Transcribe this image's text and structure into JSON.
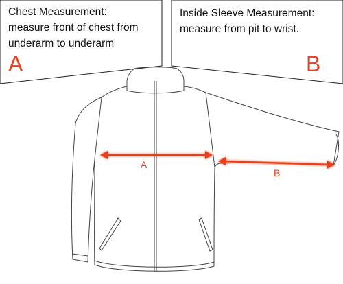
{
  "callout_a": {
    "title": "Chest Measurement:",
    "line2": "measure front of chest from",
    "line3": "underarm to underarm",
    "letter": "A"
  },
  "callout_b": {
    "title": "Inside Sleeve Measurement:",
    "line2": "measure from pit to wrist.",
    "letter": "B"
  },
  "chest_arrow_label": "A",
  "sleeve_arrow_label": "B",
  "colors": {
    "accent": "#e8401c",
    "glow": "#f6a98f",
    "outline": "#444444"
  }
}
